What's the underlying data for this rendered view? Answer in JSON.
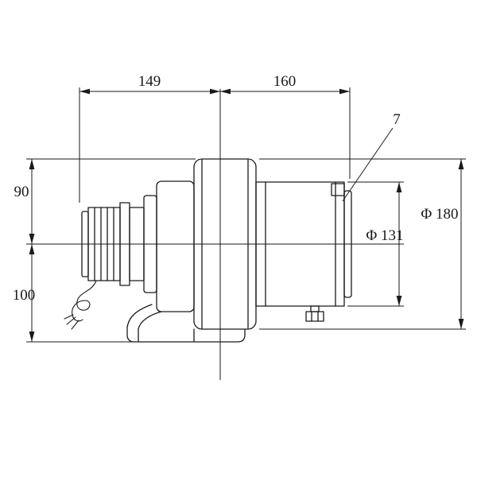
{
  "dims": {
    "top_left_width": "149",
    "top_right_width": "160",
    "left_upper_height": "90",
    "left_lower_height": "100",
    "leader_item": "7",
    "inner_diameter": "Φ 131",
    "outer_diameter": "Φ 180"
  },
  "colors": {
    "line": "#1a1a1a",
    "background": "#ffffff"
  }
}
